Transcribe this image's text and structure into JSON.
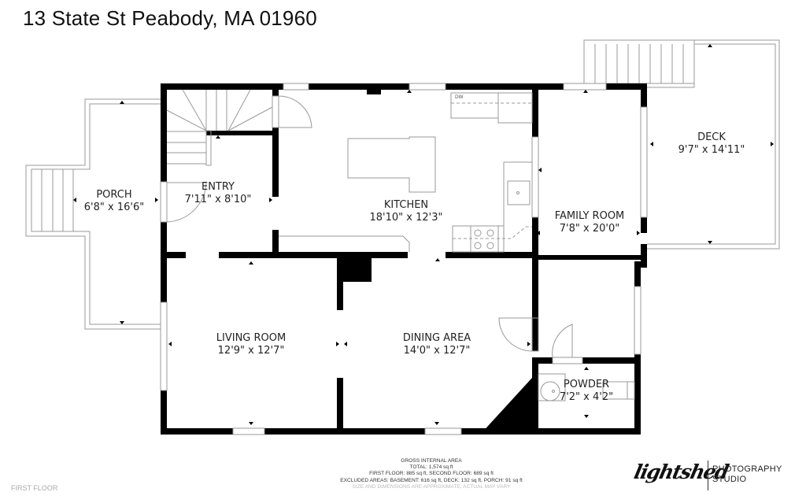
{
  "header": {
    "title": "13 State St Peabody, MA 01960"
  },
  "rooms": [
    {
      "name": "PORCH",
      "dims": "6'8\" x 16'6\""
    },
    {
      "name": "ENTRY",
      "dims": "7'11\" x 8'10\""
    },
    {
      "name": "KITCHEN",
      "dims": "18'10\" x 12'3\""
    },
    {
      "name": "FAMILY ROOM",
      "dims": "7'8\" x 20'0\""
    },
    {
      "name": "DECK",
      "dims": "9'7\" x 14'11\""
    },
    {
      "name": "LIVING ROOM",
      "dims": "12'9\" x 12'7\""
    },
    {
      "name": "DINING AREA",
      "dims": "14'0\" x 12'7\""
    },
    {
      "name": "POWDER",
      "dims": "7'2\" x 4'2\""
    }
  ],
  "fixtures": {
    "dishwasher_label": "DW"
  },
  "footer": {
    "floor_label": "FIRST FLOOR",
    "gross_area": {
      "heading": "GROSS INTERNAL AREA",
      "total": "TOTAL: 1,574 sq ft",
      "floors": "FIRST FLOOR: 885 sq ft, SECOND FLOOR: 689 sq ft",
      "excluded": "EXCLUDED AREAS: BASEMENT: 616 sq ft, DECK: 132 sq ft, PORCH: 91 sq ft",
      "disclaimer": "SIZE AND DIMENSIONS ARE APPROXIMATE, ACTUAL MAY VARY"
    },
    "logo": {
      "script": "lightshed",
      "line1": "PHOTOGRAPHY",
      "line2": "STUDIO"
    }
  },
  "colors": {
    "wall": "#000000",
    "outline": "#999999",
    "text": "#222222",
    "background": "#ffffff"
  }
}
